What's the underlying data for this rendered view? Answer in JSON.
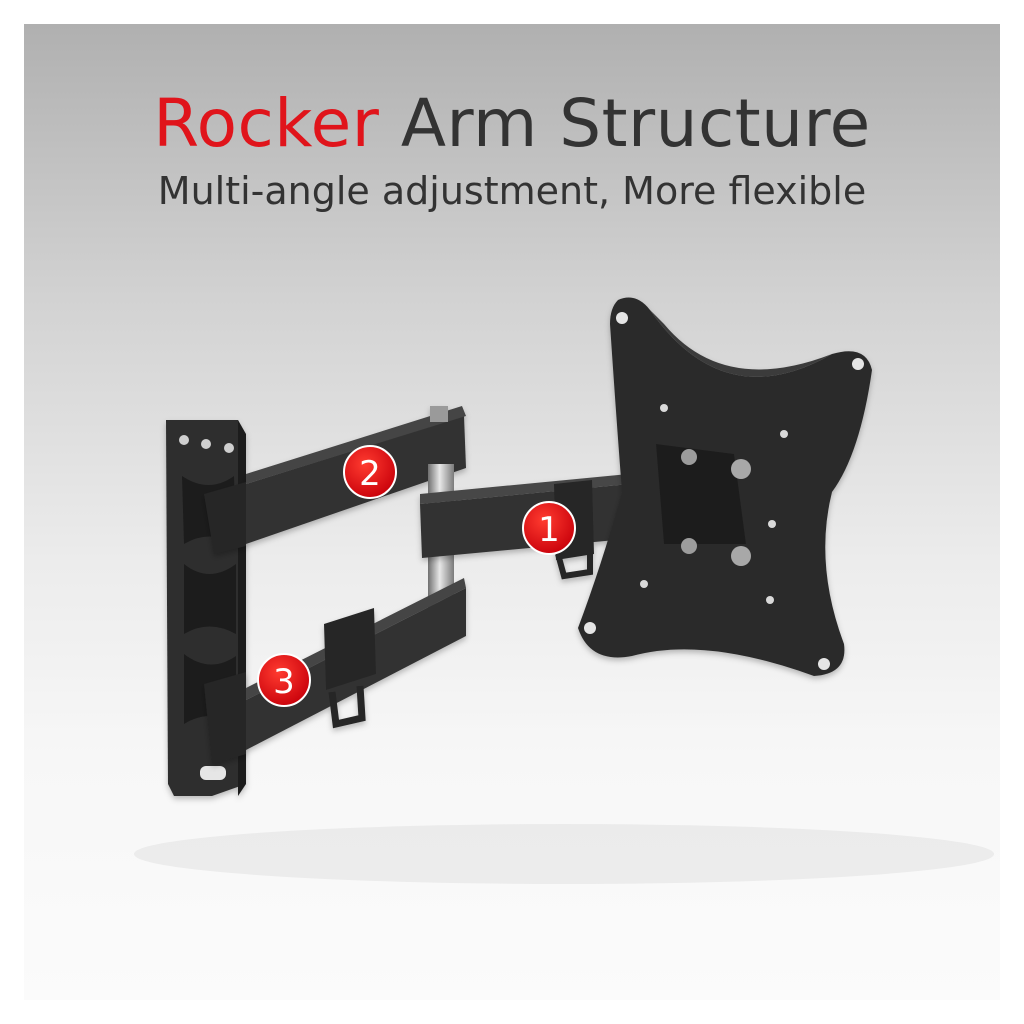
{
  "header": {
    "title_accent": "Rocker",
    "title_rest": "Arm Structure",
    "subtitle": "Multi-angle adjustment, More flexible"
  },
  "badges": [
    {
      "label": "1"
    },
    {
      "label": "2"
    },
    {
      "label": "3"
    }
  ],
  "colors": {
    "accent": "#e0141b",
    "text": "#333333",
    "metal": "#2e2e2e"
  }
}
